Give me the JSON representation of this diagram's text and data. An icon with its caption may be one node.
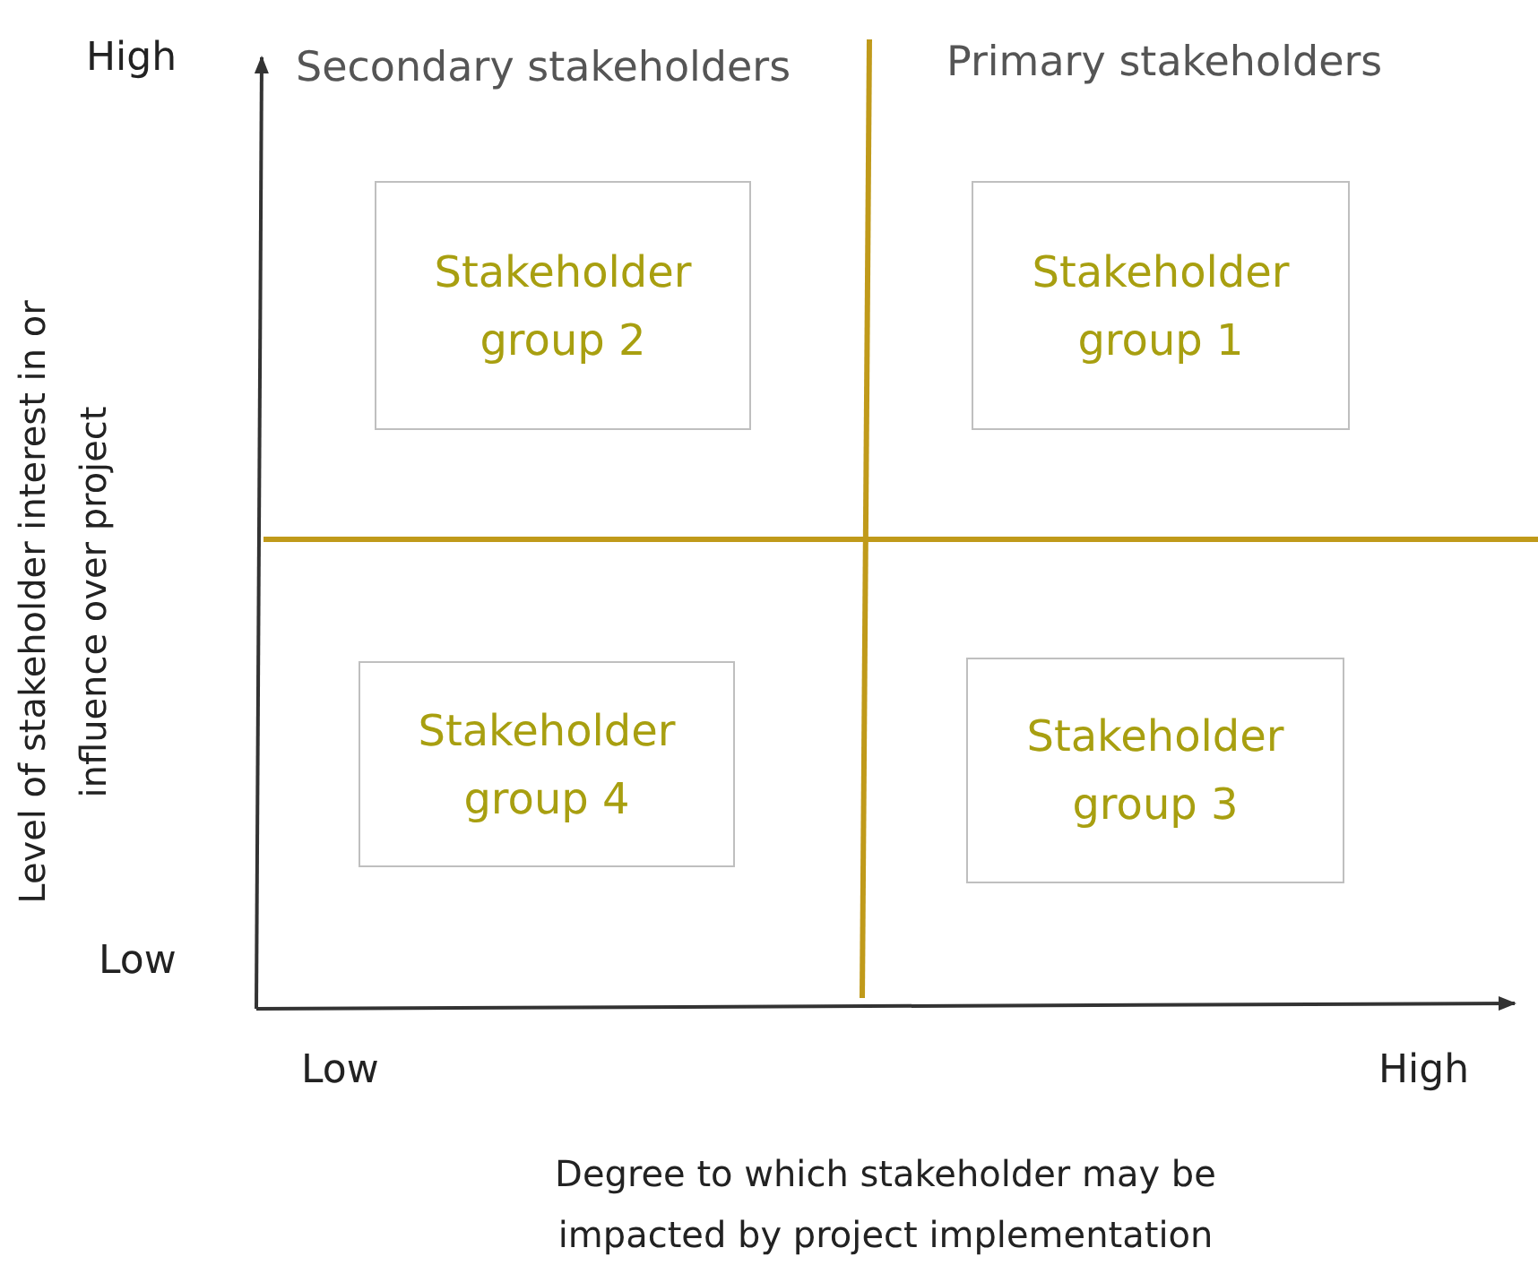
{
  "diagram": {
    "nodes": [
      {
        "text": [
          "Stakeholder group 2"
        ]
      },
      {
        "text": [
          "Stakeholder group 1"
        ]
      },
      {
        "text": [
          "Stakeholder group 4"
        ]
      },
      {
        "text": [
          "Stakeholder group 3"
        ]
      }
    ],
    "labels": [
      "High",
      "Secondary stakeholders",
      "Primary stakeholders",
      "Level of stakeholder interest in or influence over project",
      "Low",
      "Low",
      "High",
      "Degree to which stakeholder may be impacted by project implementation"
    ]
  }
}
